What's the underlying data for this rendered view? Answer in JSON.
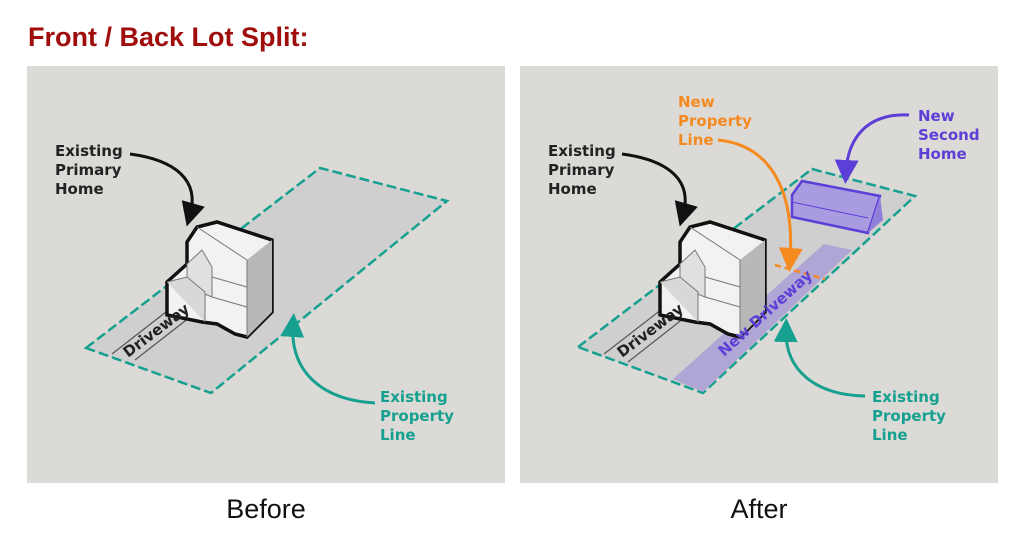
{
  "title": "Front / Back Lot Split:",
  "colors": {
    "title": "#a00d0d",
    "panel": "#dcdad6",
    "lot": "#cfcfcf",
    "teal": "#15a08f",
    "orange": "#f58a20",
    "purple": "#5b3fd6",
    "purple_fill": "#a99be0"
  },
  "before": {
    "caption": "Before",
    "primary_home_label": [
      "Existing",
      "Primary",
      "Home"
    ],
    "driveway_label": "Driveway",
    "property_line_label": [
      "Existing",
      "Property",
      "Line"
    ]
  },
  "after": {
    "caption": "After",
    "primary_home_label": [
      "Existing",
      "Primary",
      "Home"
    ],
    "new_property_line_label": [
      "New",
      "Property",
      "Line"
    ],
    "second_home_label": [
      "New",
      "Second",
      "Home"
    ],
    "driveway_label": "Driveway",
    "new_driveway_label": "New Driveway",
    "property_line_label": [
      "Existing",
      "Property",
      "Line"
    ]
  }
}
